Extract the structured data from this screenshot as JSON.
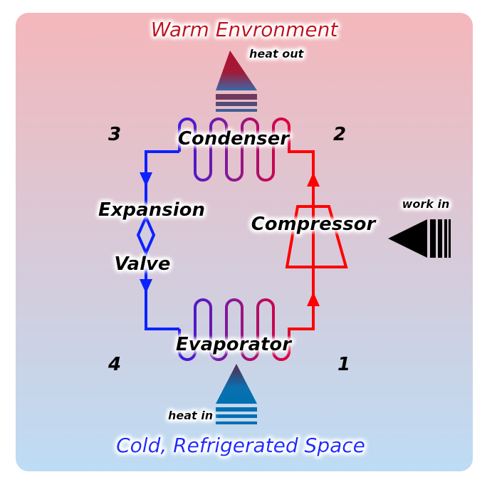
{
  "diagram": {
    "top_label": "Warm Envronment",
    "bottom_label": "Cold, Refrigerated Space",
    "heat_out": "heat out",
    "heat_in": "heat in",
    "work_in": "work in",
    "components": {
      "condenser": "Condenser",
      "compressor": "Compressor",
      "evaporator": "Evaporator",
      "expansion": "Expansion",
      "valve": "Valve"
    },
    "states": {
      "s1": "1",
      "s2": "2",
      "s3": "3",
      "s4": "4"
    },
    "colors": {
      "hot": "#ff0000",
      "cold": "#0022ff",
      "warm_bg": "#f4b7bb",
      "cold_bg": "#bddcf4",
      "top_text": "#c4101e",
      "bottom_text": "#1a2cff"
    }
  }
}
